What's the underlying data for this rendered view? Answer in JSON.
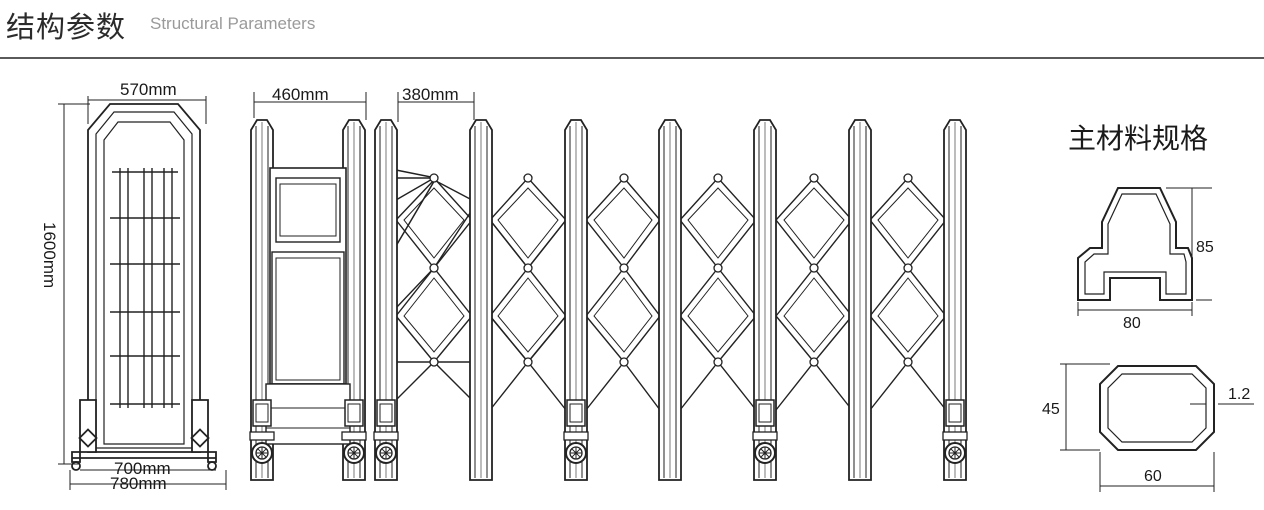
{
  "header": {
    "title_cn": "结构参数",
    "title_en": "Structural Parameters"
  },
  "front_view": {
    "top_width": "570mm",
    "height": "1600mm",
    "base_inner": "700mm",
    "base_outer": "780mm"
  },
  "side_view": {
    "head_width": "460mm",
    "pitch": "380mm"
  },
  "material": {
    "title": "主材料规格",
    "profile1": {
      "height": "85",
      "width": "80"
    },
    "profile2": {
      "height": "45",
      "width": "60",
      "thickness": "1.2"
    }
  },
  "colors": {
    "line": "#2a2a2a",
    "rule": "#5a5a5a",
    "subtitle": "#9a9a9a"
  }
}
